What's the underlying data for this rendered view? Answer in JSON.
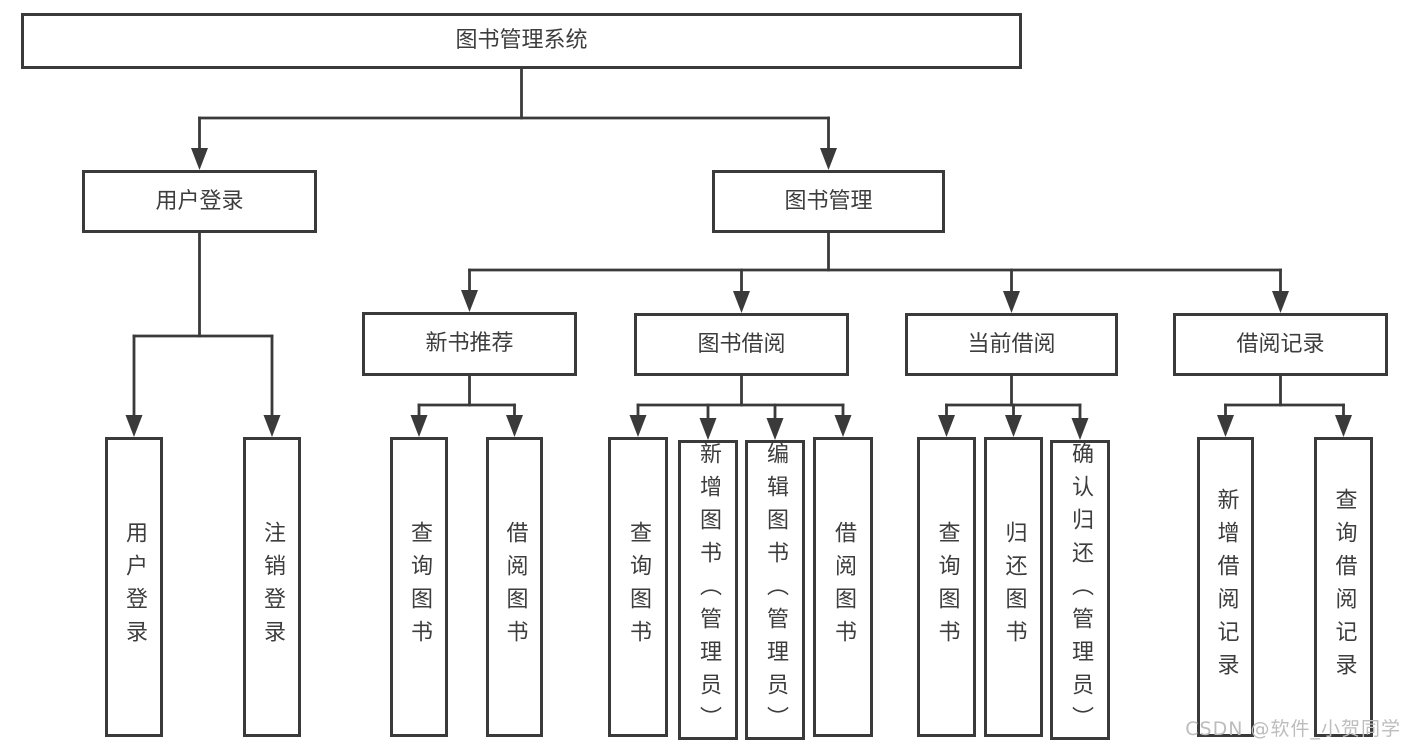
{
  "diagram": {
    "title": "图书管理系统",
    "watermark": "CSDN @软件_小贺同学",
    "colors": {
      "line": "#3a3a3a",
      "border": "#3a3a3a",
      "text": "#3d3d3d",
      "background": "#ffffff",
      "watermark": "#bdbdbd"
    },
    "nodes": [
      {
        "id": "root",
        "label": "图书管理系统",
        "vertical": false
      },
      {
        "id": "user-login",
        "label": "用户登录",
        "vertical": false
      },
      {
        "id": "book-mgmt",
        "label": "图书管理",
        "vertical": false
      },
      {
        "id": "new-book-rec",
        "label": "新书推荐",
        "vertical": false
      },
      {
        "id": "book-borrow",
        "label": "图书借阅",
        "vertical": false
      },
      {
        "id": "current-borrow",
        "label": "当前借阅",
        "vertical": false
      },
      {
        "id": "borrow-records",
        "label": "借阅记录",
        "vertical": false
      },
      {
        "id": "leaf-user-login",
        "label": "用户登录",
        "vertical": true
      },
      {
        "id": "leaf-logout",
        "label": "注销登录",
        "vertical": true
      },
      {
        "id": "leaf-query-book-1",
        "label": "查询图书",
        "vertical": true
      },
      {
        "id": "leaf-borrow-book-1",
        "label": "借阅图书",
        "vertical": true
      },
      {
        "id": "leaf-query-book-2",
        "label": "查询图书",
        "vertical": true
      },
      {
        "id": "leaf-add-book",
        "label": "新增图书（管理员）",
        "vertical": true
      },
      {
        "id": "leaf-edit-book",
        "label": "编辑图书（管理员）",
        "vertical": true
      },
      {
        "id": "leaf-borrow-book-2",
        "label": "借阅图书",
        "vertical": true
      },
      {
        "id": "leaf-query-book-3",
        "label": "查询图书",
        "vertical": true
      },
      {
        "id": "leaf-return-book",
        "label": "归还图书",
        "vertical": true
      },
      {
        "id": "leaf-confirm-return",
        "label": "确认归还（管理员）",
        "vertical": true
      },
      {
        "id": "leaf-add-borrow-record",
        "label": "新增借阅记录",
        "vertical": true
      },
      {
        "id": "leaf-query-borrow-record",
        "label": "查询借阅记录",
        "vertical": true
      }
    ],
    "edges": [
      {
        "from": "root",
        "to": [
          "user-login",
          "book-mgmt"
        ]
      },
      {
        "from": "user-login",
        "to": [
          "leaf-user-login",
          "leaf-logout"
        ]
      },
      {
        "from": "book-mgmt",
        "to": [
          "new-book-rec",
          "book-borrow",
          "current-borrow",
          "borrow-records"
        ]
      },
      {
        "from": "new-book-rec",
        "to": [
          "leaf-query-book-1",
          "leaf-borrow-book-1"
        ]
      },
      {
        "from": "book-borrow",
        "to": [
          "leaf-query-book-2",
          "leaf-add-book",
          "leaf-edit-book",
          "leaf-borrow-book-2"
        ]
      },
      {
        "from": "current-borrow",
        "to": [
          "leaf-query-book-3",
          "leaf-return-book",
          "leaf-confirm-return"
        ]
      },
      {
        "from": "borrow-records",
        "to": [
          "leaf-add-borrow-record",
          "leaf-query-borrow-record"
        ]
      }
    ]
  }
}
